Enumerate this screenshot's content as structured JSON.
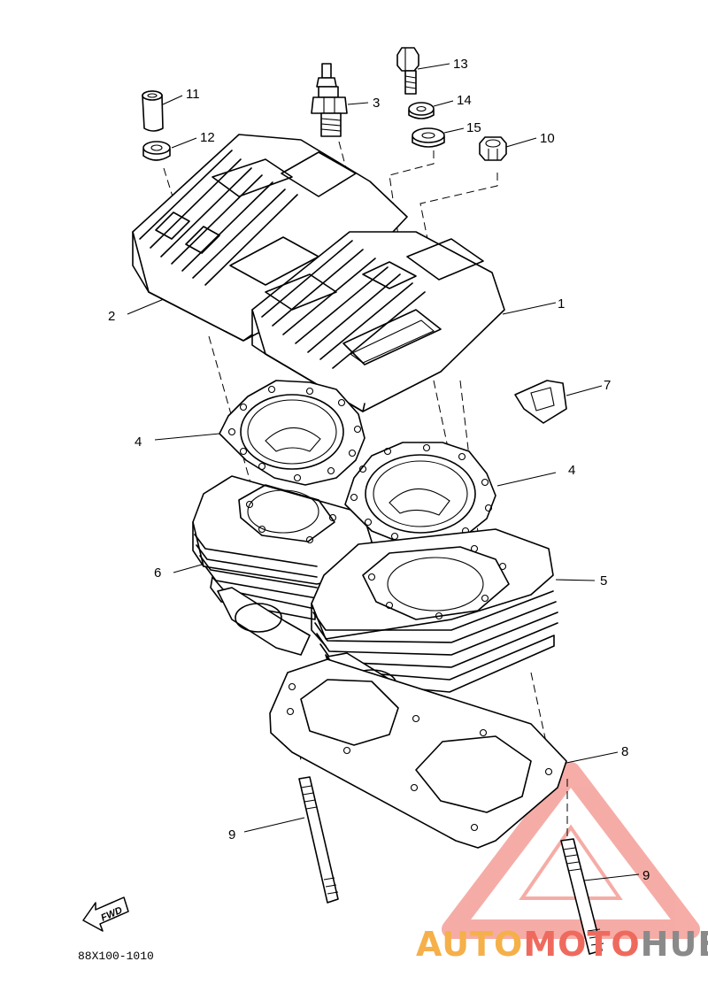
{
  "callouts": [
    {
      "id": "c1",
      "text": "1"
    },
    {
      "id": "c2",
      "text": "2"
    },
    {
      "id": "c3",
      "text": "3"
    },
    {
      "id": "c4a",
      "text": "4"
    },
    {
      "id": "c4b",
      "text": "4"
    },
    {
      "id": "c5",
      "text": "5"
    },
    {
      "id": "c6",
      "text": "6"
    },
    {
      "id": "c7",
      "text": "7"
    },
    {
      "id": "c8",
      "text": "8"
    },
    {
      "id": "c9a",
      "text": "9"
    },
    {
      "id": "c9b",
      "text": "9"
    },
    {
      "id": "c10",
      "text": "10"
    },
    {
      "id": "c11",
      "text": "11"
    },
    {
      "id": "c12",
      "text": "12"
    },
    {
      "id": "c13",
      "text": "13"
    },
    {
      "id": "c14",
      "text": "14"
    },
    {
      "id": "c15",
      "text": "15"
    }
  ],
  "diagram_code": "88X100-1010",
  "direction_badge": "FWD",
  "watermark": {
    "part1": "AUTO",
    "part2": "MOTO",
    "part3": "HUB",
    "color_orange": "#f5b04a",
    "color_red": "#ef6a5e",
    "color_gray": "#8a8a8a"
  }
}
